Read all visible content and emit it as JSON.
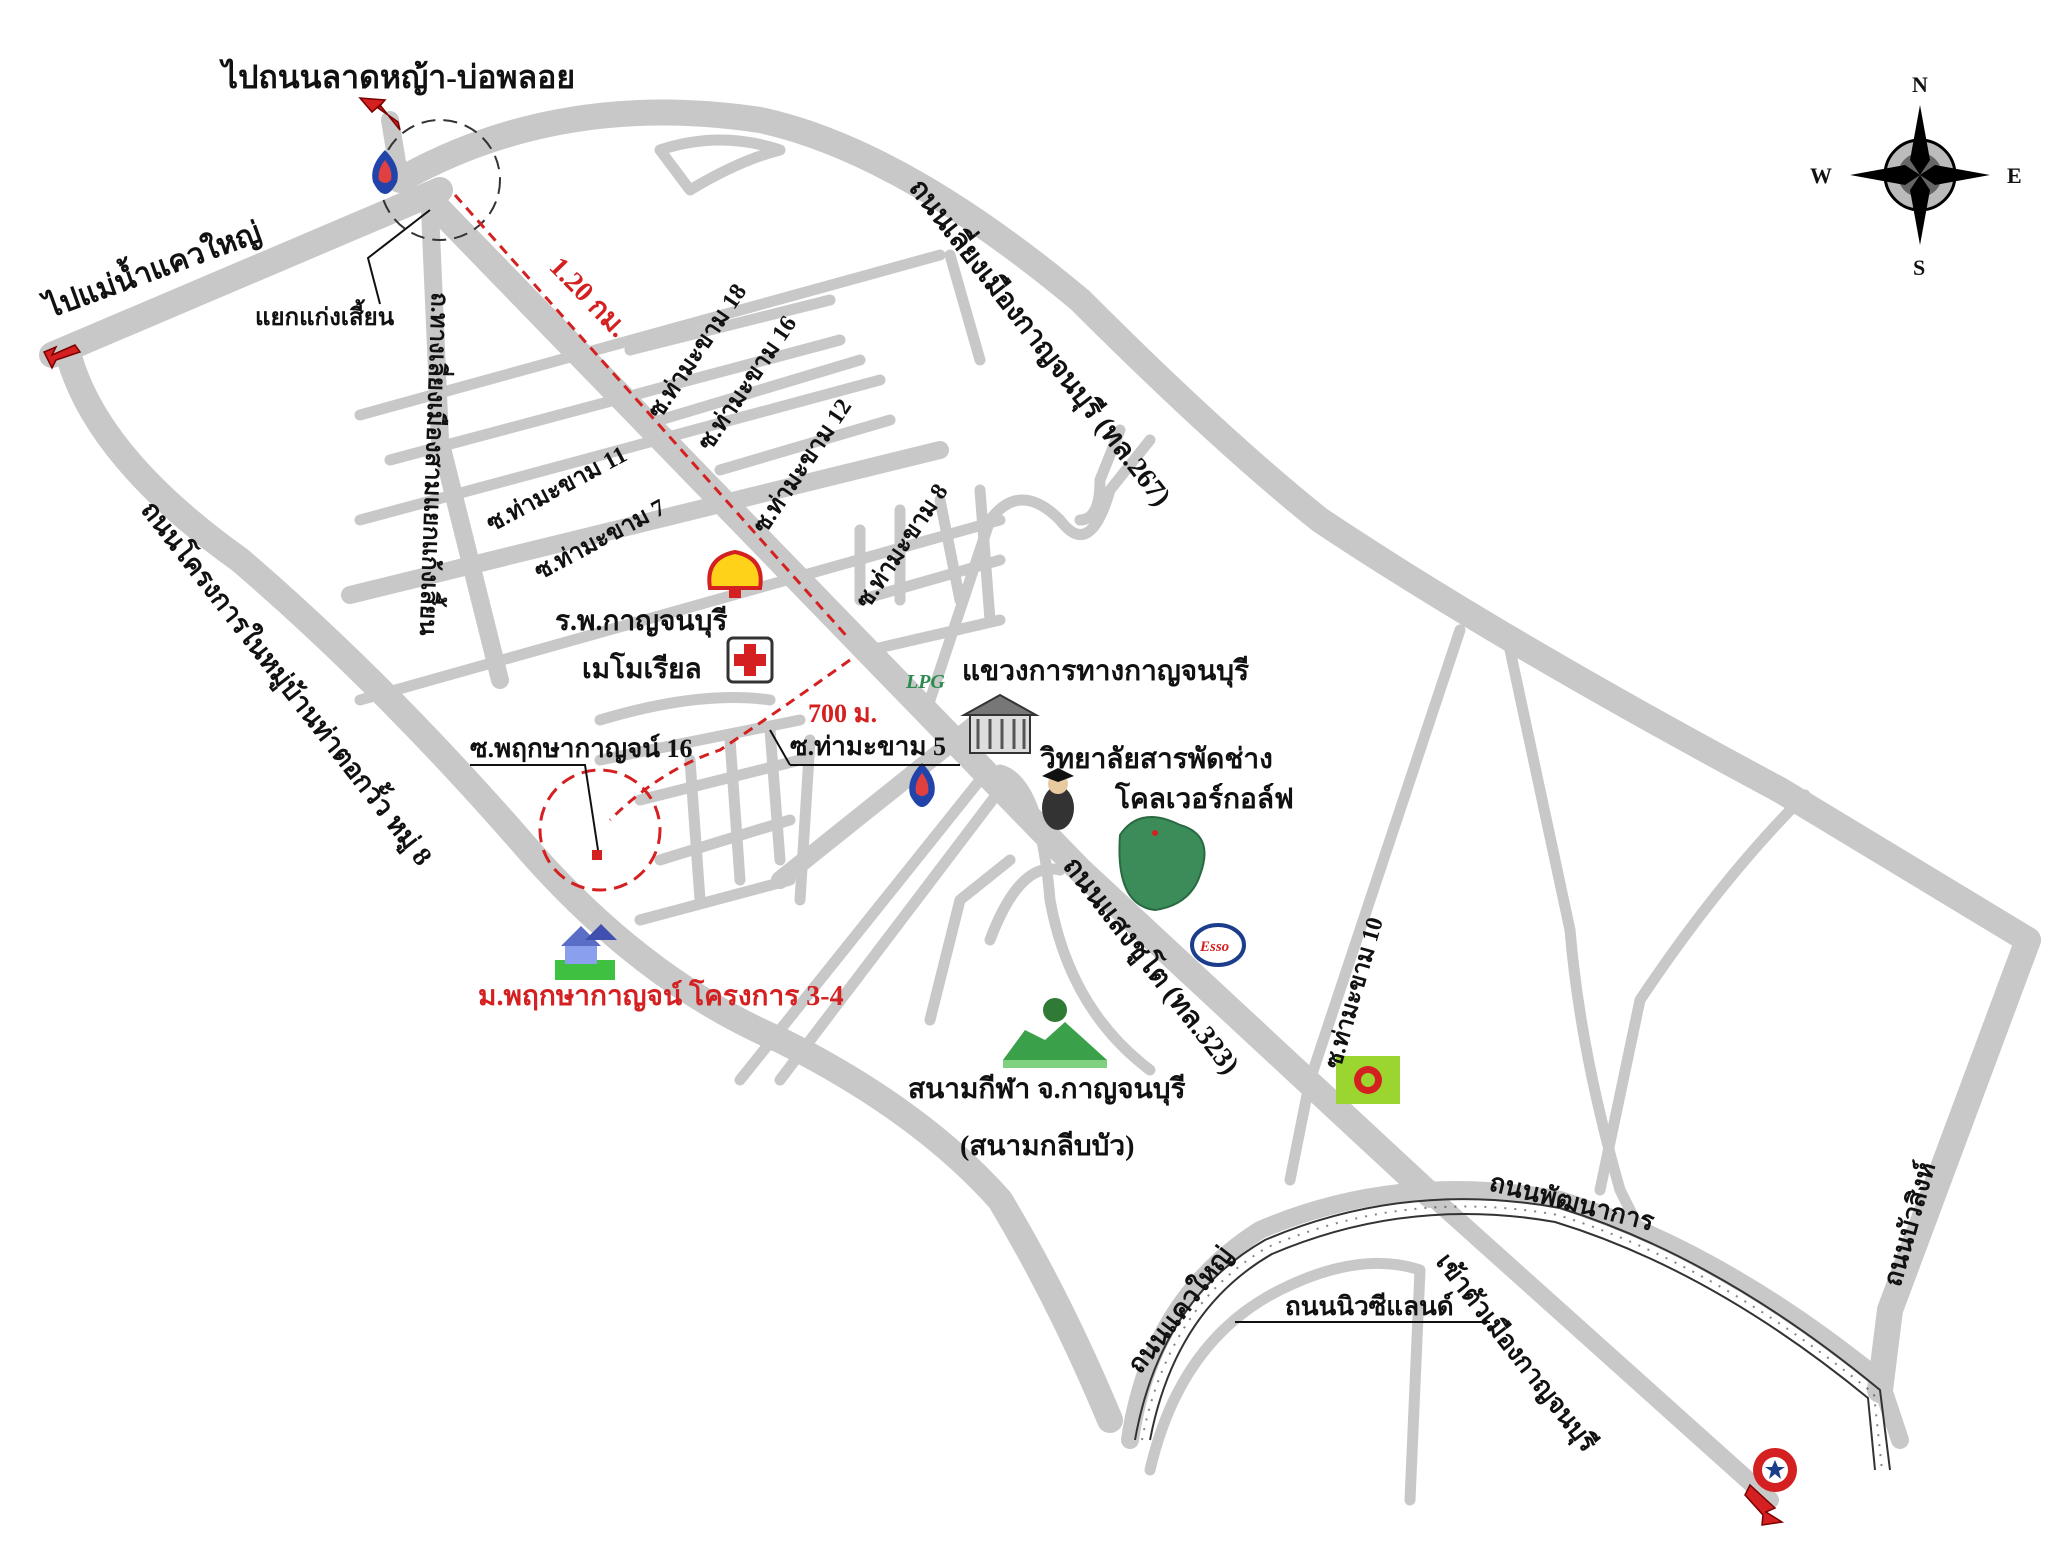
{
  "directions": {
    "to_latya_borploi": "ไปถนนลาดหญ้า-บ่อพลอย",
    "to_mae_nam_khwae_yai": "ไปแม่น้ำแควใหญ่",
    "into_kanchanaburi_town": "เข้าตัวเมืองกาญจนบุรี"
  },
  "roads": {
    "bypass_267": "ถนนเลี่ยงเมืองกาญจนบุรี (ทล.267)",
    "saeng_chuto_323": "ถนนแสงชูโต (ทล.323)",
    "ban_tha_makham_project": "ถนนโครงการในหมู่บ้านท่าตอกวั้ว หมู่ 8",
    "ruam_saeng_keng_sian": "ถ.ทางเลี่ยงเมืองสามแยกแก้งเสี้ยน",
    "khwae_yai": "ถนนแควใหญ่",
    "phatthanakan": "ถนนพัฒนาการ",
    "new_zealand": "ถนนนิวซีแลนด์",
    "bua_luang": "ถนนบัวสิงห์"
  },
  "sois": {
    "tha_makham_18": "ซ.ท่ามะขาม 18",
    "tha_makham_16": "ซ.ท่ามะขาม 16",
    "tha_makham_12": "ซ.ท่ามะขาม 12",
    "tha_makham_11": "ซ.ท่ามะขาม 11",
    "tha_makham_7": "ซ.ท่ามะขาม 7",
    "tha_makham_8": "ซ.ท่ามะขาม 8",
    "tha_makham_5": "ซ.ท่ามะขาม 5",
    "tha_makham_10": "ซ.ท่ามะขาม 10",
    "pruksa_16": "ซ.พฤกษากาญจน์ 16"
  },
  "places": {
    "kaeng_sian_junction": "แยกแก่งเสี้ยน",
    "hospital_line1": "ร.พ.กาญจนบุรี",
    "hospital_line2": "เมโมเรียล",
    "highway_district": "แขวงการทางกาญจนบุรี",
    "tech_college": "วิทยาลัยสารพัดช่าง",
    "golf": "โคลเวอร์กอล์ฟ",
    "stadium_line1": "สนามกีฬา จ.กาญจนบุรี",
    "stadium_line2": "(สนามกลีบบัว)",
    "project_name": "ม.พฤกษากาญจน์ โครงการ 3-4"
  },
  "distances": {
    "km_120": "1.20 กม.",
    "m_700": "700 ม."
  },
  "compass": {
    "n": "N",
    "s": "S",
    "e": "E",
    "w": "W"
  },
  "brands": {
    "esso": "Esso",
    "lpg": "LPG"
  },
  "icons": [
    "compass-icon",
    "ptt-icon",
    "shell-icon",
    "hospital-icon",
    "esso-icon",
    "caltex-icon",
    "seven-eleven-icon",
    "house-icon",
    "college-icon",
    "graduate-icon",
    "golf-icon",
    "stadium-icon",
    "lpg-icon"
  ],
  "colors": {
    "road": "#c8c8c8",
    "route": "#d42020",
    "text": "#111111",
    "golf": "#3c8c5a"
  }
}
